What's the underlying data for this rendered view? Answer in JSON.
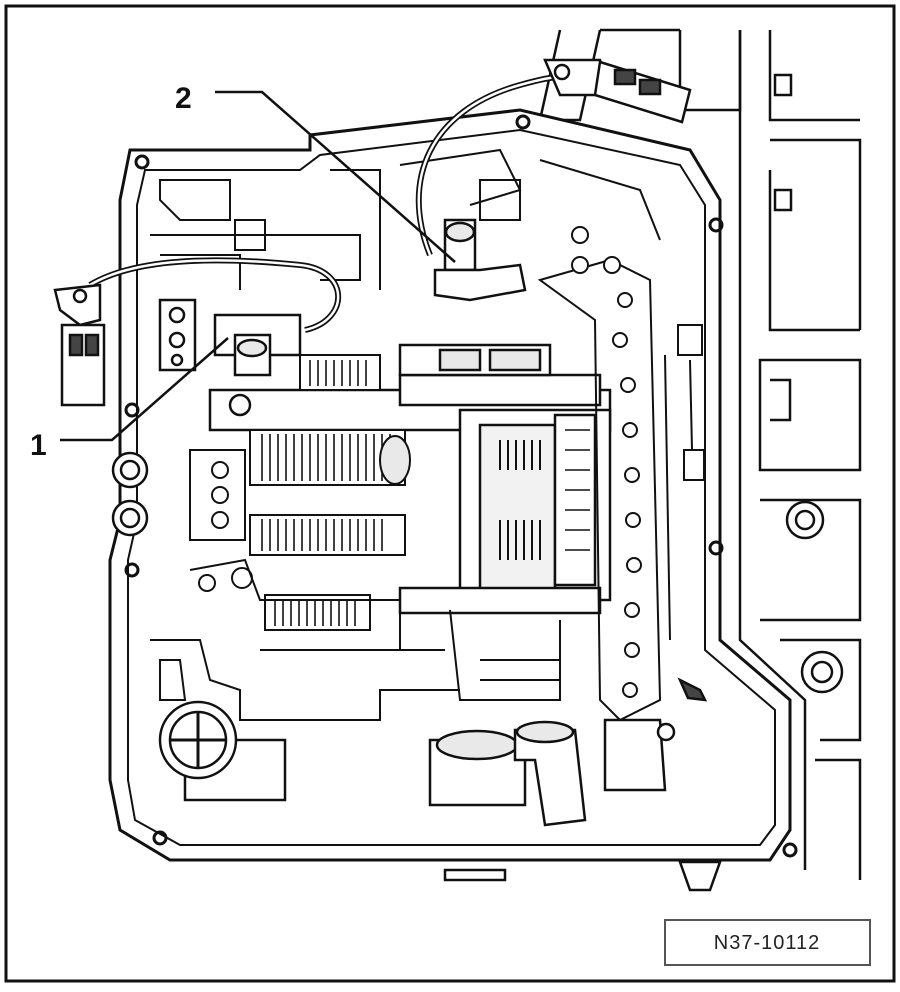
{
  "callouts": [
    {
      "number": "1"
    },
    {
      "number": "2"
    }
  ],
  "reference_code": "N37-10112",
  "colors": {
    "line": "#111111",
    "fill": "#ffffff",
    "shade": "#e9e9e9",
    "dark": "#444444"
  }
}
